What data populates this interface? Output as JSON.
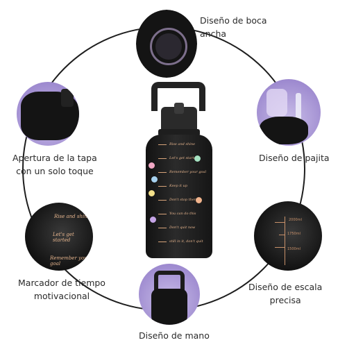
{
  "features": {
    "wide_mouth": "Diseño de boca\nancha",
    "one_touch_lid": "Apertura de la tapa\ncon un solo toque",
    "straw": "Diseño de pajita",
    "time_marker": "Marcador de tiempo\nmotivacional",
    "scale": "Diseño de escala\nprecisa",
    "handle": "Diseño de mano"
  },
  "bottle_labels": [
    "Rise and shine",
    "Let's get started",
    "Remember your goal",
    "Keep it up",
    "Don't stop there",
    "You can do this",
    "Don't quit now",
    "still in it, don't quit"
  ],
  "zoom_labels": [
    "Rise and shine",
    "Let's get started",
    "Remember your goal"
  ],
  "scale_labels": [
    "2000ml",
    "1750ml",
    "1500ml"
  ],
  "colors": {
    "ring": "#1e1e1e",
    "accent": "#8f79c7",
    "bottle": "#1a1a1a",
    "print": "#e5b48d"
  }
}
